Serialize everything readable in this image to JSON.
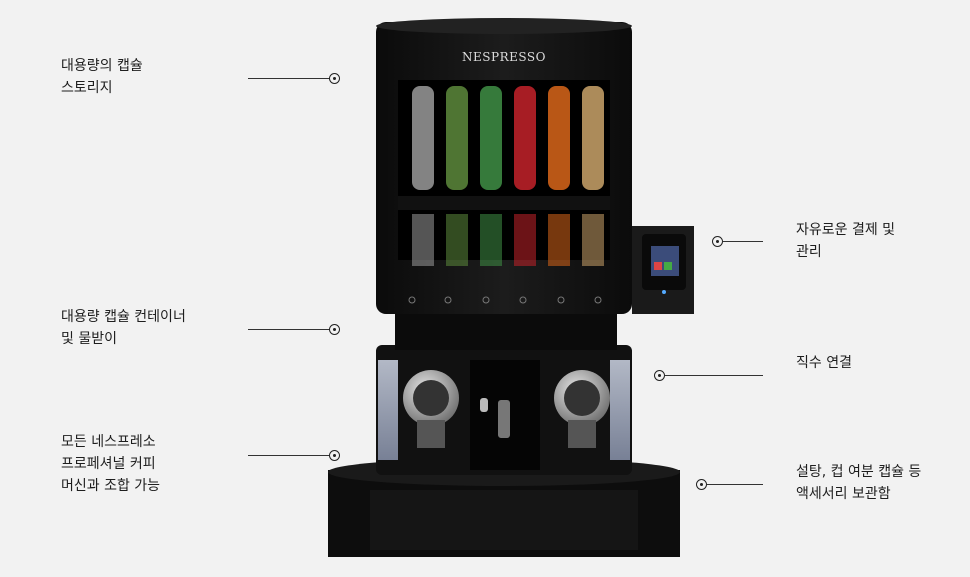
{
  "brand": "NESPRESSO",
  "callouts": {
    "capsule_storage": "대용량의 캡슐\n스토리지",
    "payment": "자유로운 결제 및\n관리",
    "container": "대용량 캡슐 컨테이너\n및 물받이",
    "water": "직수 연결",
    "machines": "모든 네스프레소\n프로페셔널 커피\n머신과 조합 가능",
    "accessories": "설탕, 컵 여분 캡슐 등\n액세서리 보관함"
  },
  "capsule_colors": [
    "#9a9a9a",
    "#5d8a3c",
    "#3f8f45",
    "#c4222a",
    "#d9661a",
    "#caa36a"
  ]
}
